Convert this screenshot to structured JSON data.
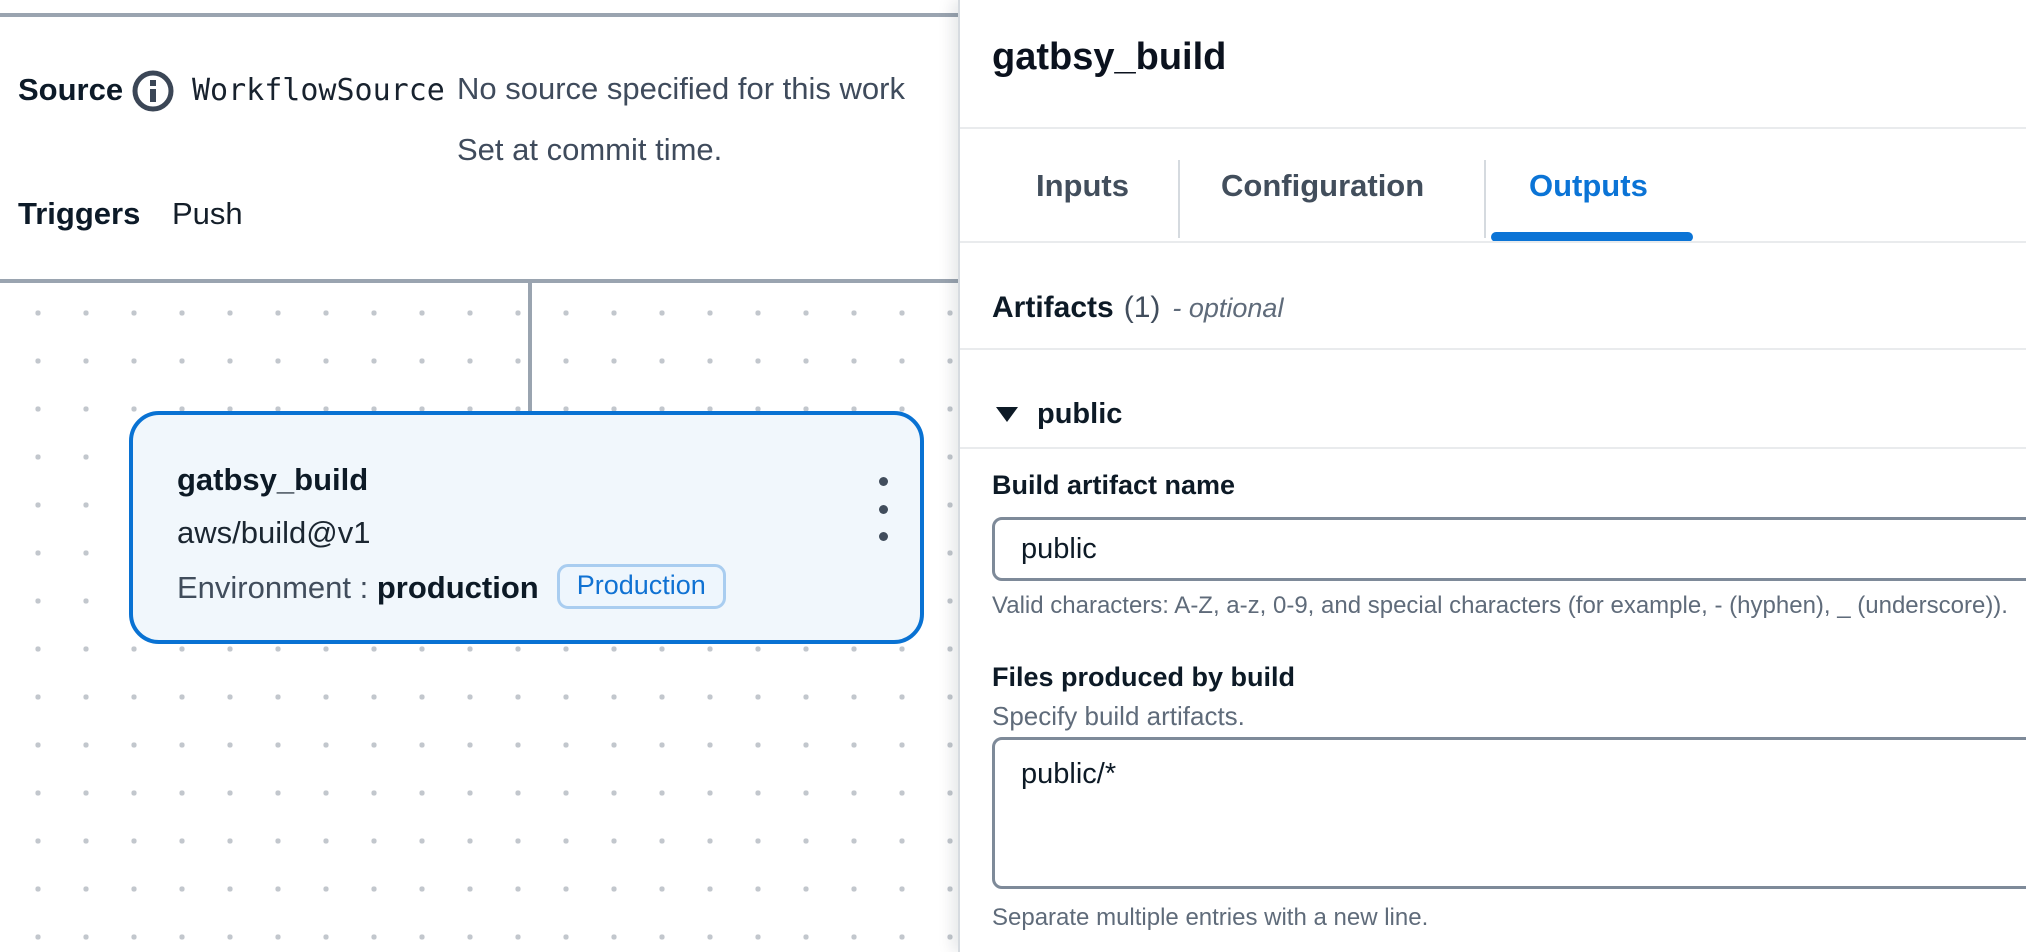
{
  "colors": {
    "accent_blue": "#0972d3",
    "canvas_border_gray": "#9aa4b0",
    "node_card_bg": "#f1f7fc",
    "badge_border": "#a9cdf0",
    "badge_text": "#1072d3",
    "light_rule": "#e9ebed",
    "input_border": "#7e8a99",
    "muted_text": "#5f6b7a"
  },
  "icons": {
    "info": "info-icon",
    "kebab": "kebab-menu-icon",
    "collapse": "triangle-down-icon"
  },
  "source_panel": {
    "source_label": "Source",
    "source_name": "WorkflowSource",
    "note_line1": "No source specified for this work",
    "note_line2": "Set at commit time.",
    "triggers_label": "Triggers",
    "triggers_value": "Push"
  },
  "node": {
    "title": "gatbsy_build",
    "action": "aws/build@v1",
    "env_label": "Environment : ",
    "env_value": "production",
    "badge": "Production"
  },
  "panel": {
    "title": "gatbsy_build",
    "tabs": [
      {
        "label": "Inputs",
        "active": false
      },
      {
        "label": "Configuration",
        "active": false
      },
      {
        "label": "Outputs",
        "active": true
      }
    ],
    "artifacts": {
      "heading": "Artifacts",
      "count": "(1)",
      "optional": "- optional"
    },
    "group": {
      "name": "public"
    },
    "fields": {
      "name_label": "Build artifact name",
      "name_value": "public",
      "name_help": "Valid characters: A-Z, a-z, 0-9, and special characters (for example, - (hyphen), _ (underscore)).",
      "files_label": "Files produced by build",
      "files_desc": "Specify build artifacts.",
      "files_value": "public/*",
      "files_help": "Separate multiple entries with a new line."
    }
  }
}
